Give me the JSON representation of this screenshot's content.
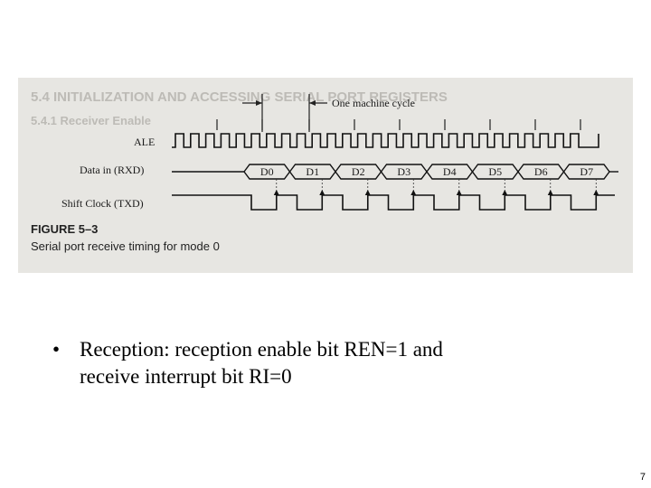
{
  "figure": {
    "ghost_heading_1": "5.4 INITIALIZATION AND ACCESSING SERIAL PORT REGISTERS",
    "ghost_heading_2": "5.4.1 Receiver Enable",
    "cycle_label": "One machine cycle",
    "signals": {
      "ale": "ALE",
      "data_in": "Data in (RXD)",
      "shift_clock": "Shift Clock (TXD)"
    },
    "bits": [
      "D0",
      "D1",
      "D2",
      "D3",
      "D4",
      "D5",
      "D6",
      "D7"
    ],
    "caption_title": "FIGURE 5–3",
    "caption_text": "Serial port receive timing for mode 0"
  },
  "bullet": {
    "line1": "Reception: reception enable bit REN=1 and",
    "line2": "receive interrupt bit RI=0"
  },
  "page_number": "7"
}
